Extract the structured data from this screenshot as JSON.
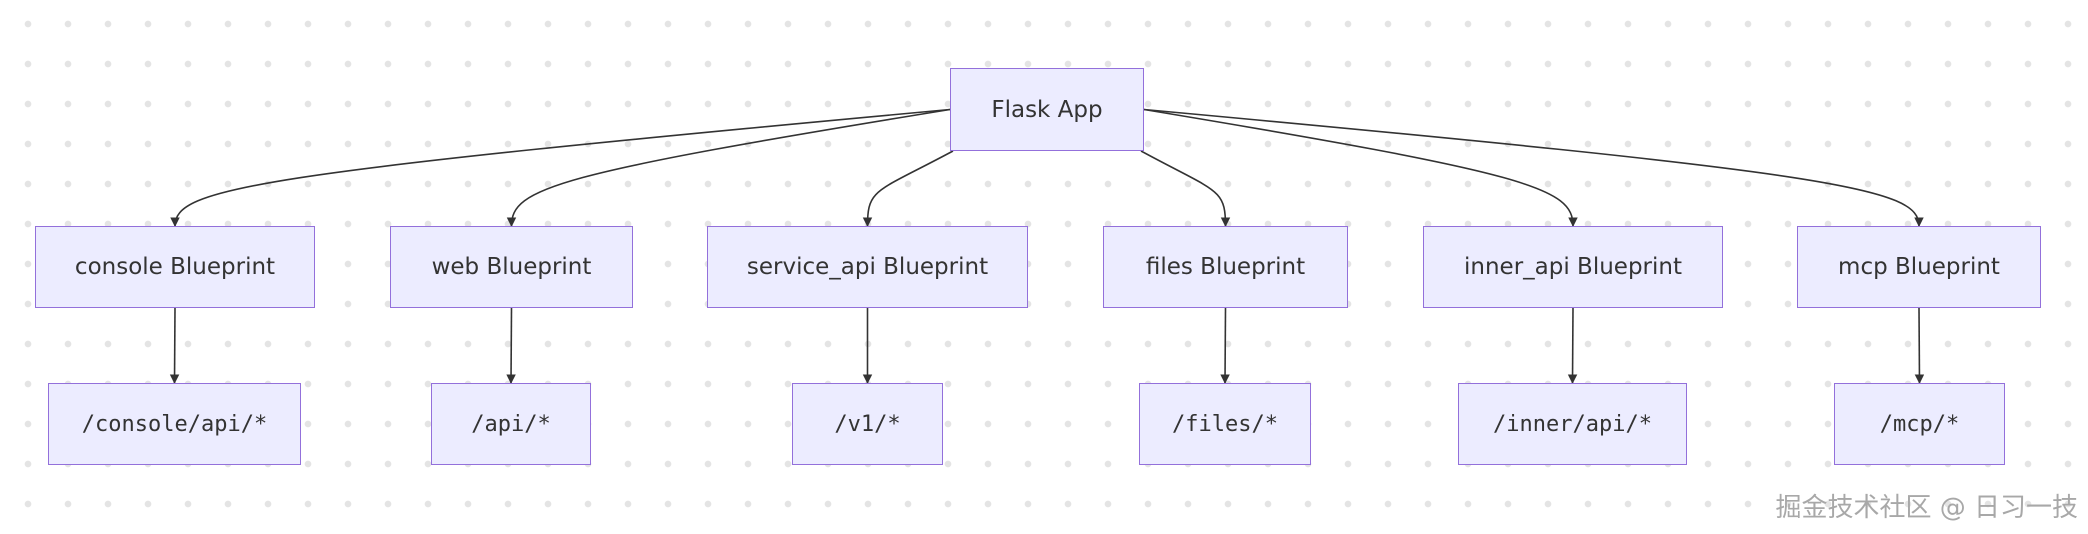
{
  "diagram": {
    "root": {
      "id": "app",
      "label": "Flask App"
    },
    "blueprints": [
      {
        "id": "console",
        "label": "console Blueprint",
        "route": "/console/api/*"
      },
      {
        "id": "web",
        "label": "web Blueprint",
        "route": "/api/*"
      },
      {
        "id": "service_api",
        "label": "service_api Blueprint",
        "route": "/v1/*"
      },
      {
        "id": "files",
        "label": "files Blueprint",
        "route": "/files/*"
      },
      {
        "id": "inner_api",
        "label": "inner_api Blueprint",
        "route": "/inner/api/*"
      },
      {
        "id": "mcp",
        "label": "mcp Blueprint",
        "route": "/mcp/*"
      }
    ],
    "colors": {
      "node_fill": "#ECECFF",
      "node_border": "#9370DB",
      "edge": "#333333",
      "text": "#333333"
    }
  },
  "watermark": {
    "text": "掘金技术社区 @ 日习一技"
  }
}
